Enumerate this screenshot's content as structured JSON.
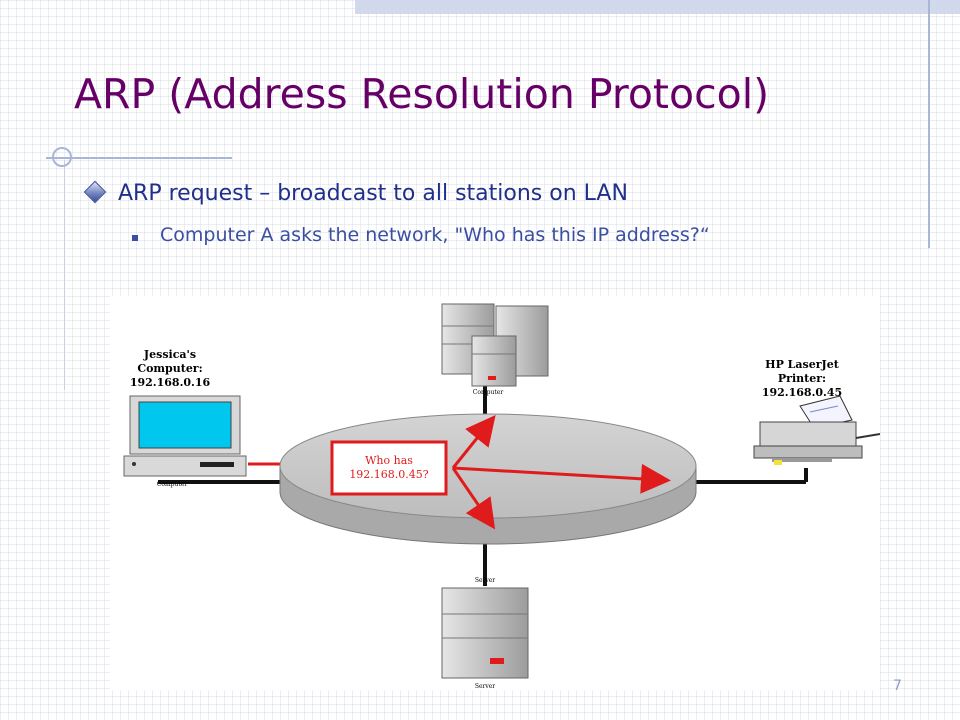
{
  "slide": {
    "title": "ARP (Address Resolution Protocol)",
    "bullet_1": "ARP request – broadcast to all stations on LAN",
    "bullet_2": "Computer A asks the network, \"Who has this IP address?“",
    "number": "7"
  },
  "diagram": {
    "left_computer": [
      "Jessica's",
      "Computer:",
      "192.168.0.16"
    ],
    "left_computer_caption": "Computer",
    "printer": [
      "HP LaserJet",
      "Printer:",
      "192.168.0.45"
    ],
    "message": [
      "Who has",
      "192.168.0.45?"
    ],
    "top_server_caption": "Computer",
    "bottom_hub_caption": "Server",
    "bottom_server_caption": "Server"
  },
  "colors": {
    "title": "#660066",
    "bullet_text": "#1f2f8a",
    "accent_red": "#e01b1b"
  }
}
